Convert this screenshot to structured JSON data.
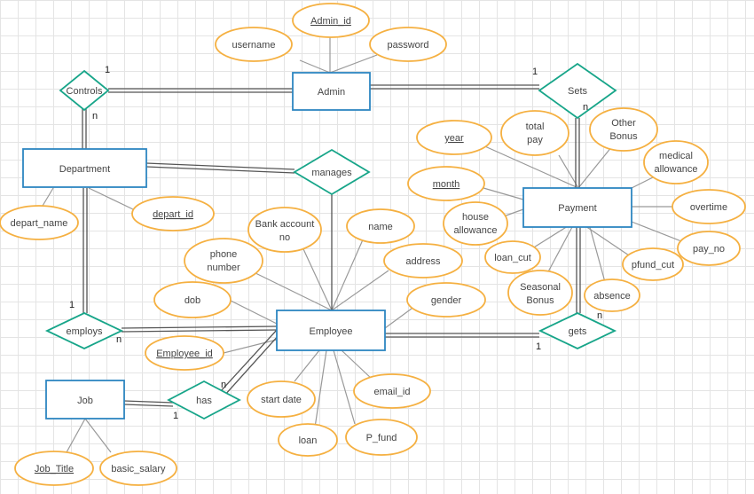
{
  "diagram": {
    "entities": {
      "admin": "Admin",
      "department": "Department",
      "payment": "Payment",
      "employee": "Employee",
      "job": "Job"
    },
    "relationships": {
      "controls": "Controls",
      "sets": "Sets",
      "manages": "manages",
      "employs": "employs",
      "gets": "gets",
      "has": "has"
    },
    "attributes": {
      "admin_id": "Admin_id",
      "username": "username",
      "password": "password",
      "year": "year",
      "total_pay_1": "total",
      "total_pay_2": "pay",
      "other_bonus_1": "Other",
      "other_bonus_2": "Bonus",
      "medical_1": "medical",
      "medical_2": "allowance",
      "month": "month",
      "overtime": "overtime",
      "house_1": "house",
      "house_2": "allowance",
      "pay_no": "pay_no",
      "loan_cut": "loan_cut",
      "pfund_cut": "pfund_cut",
      "seasonal_1": "Seasonal",
      "seasonal_2": "Bonus",
      "absence": "absence",
      "depart_name": "depart_name",
      "depart_id": "depart_id",
      "bank_1": "Bank account",
      "bank_2": "no",
      "name": "name",
      "phone_1": "phone",
      "phone_2": "number",
      "address": "address",
      "dob": "dob",
      "gender": "gender",
      "employee_id": "Employee_id",
      "start_date": "start date",
      "email_id": "email_id",
      "loan": "loan",
      "p_fund": "P_fund",
      "job_title": "Job_Title",
      "basic_salary": "basic_salary"
    },
    "cardinalities": {
      "controls_department": "n",
      "controls_admin": "1",
      "sets_admin": "1",
      "sets_payment": "n",
      "employs_department": "1",
      "employs_employee": "n",
      "gets_payment": "n",
      "gets_employee": "1",
      "has_employee": "n",
      "has_job": "1"
    },
    "colors": {
      "entity_stroke": "#2e86c1",
      "relationship_stroke": "#17a589",
      "attribute_stroke": "#f5b041",
      "line": "#555555",
      "attribute_line": "#999999"
    }
  }
}
